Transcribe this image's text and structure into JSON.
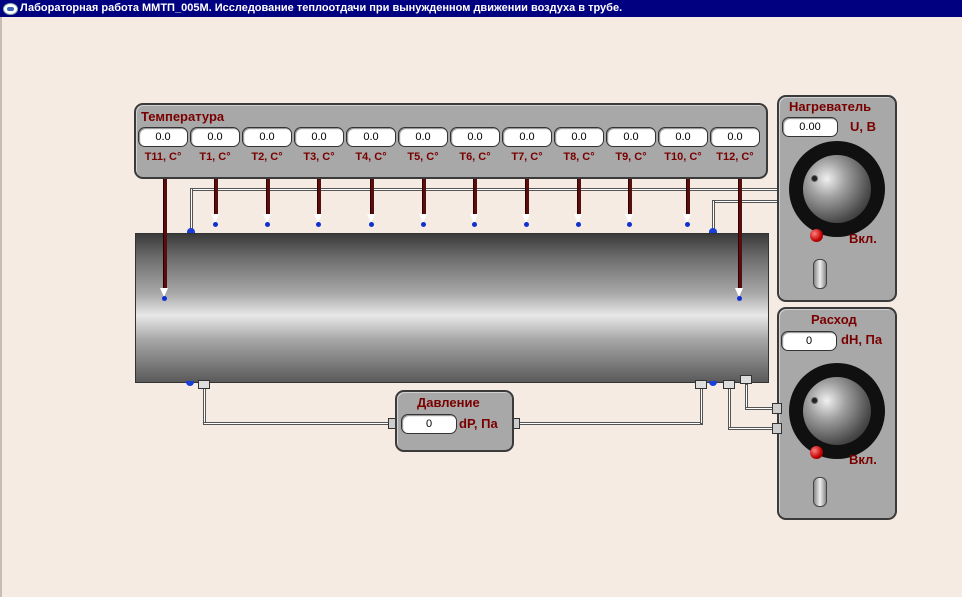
{
  "window": {
    "title": "Лабораторная работа ММТП_005М. Исследование теплоотдачи при вынужденном движении воздуха в трубе."
  },
  "temperature": {
    "title": "Температура",
    "sensors": [
      {
        "value": "0.0",
        "label": "T11, C°"
      },
      {
        "value": "0.0",
        "label": "T1, C°"
      },
      {
        "value": "0.0",
        "label": "T2, C°"
      },
      {
        "value": "0.0",
        "label": "T3, C°"
      },
      {
        "value": "0.0",
        "label": "T4, C°"
      },
      {
        "value": "0.0",
        "label": "T5, C°"
      },
      {
        "value": "0.0",
        "label": "T6, C°"
      },
      {
        "value": "0.0",
        "label": "T7, C°"
      },
      {
        "value": "0.0",
        "label": "T8, C°"
      },
      {
        "value": "0.0",
        "label": "T9, C°"
      },
      {
        "value": "0.0",
        "label": "T10, C°"
      },
      {
        "value": "0.0",
        "label": "T12, C°"
      }
    ]
  },
  "heater": {
    "title": "Нагреватель",
    "value": "0.00",
    "unit": "U, В",
    "on_label": "Вкл."
  },
  "flow": {
    "title": "Расход",
    "value": "0",
    "unit": "dH, Па",
    "on_label": "Вкл."
  },
  "pressure": {
    "title": "Давление",
    "value": "0",
    "unit": "dP, Па"
  }
}
